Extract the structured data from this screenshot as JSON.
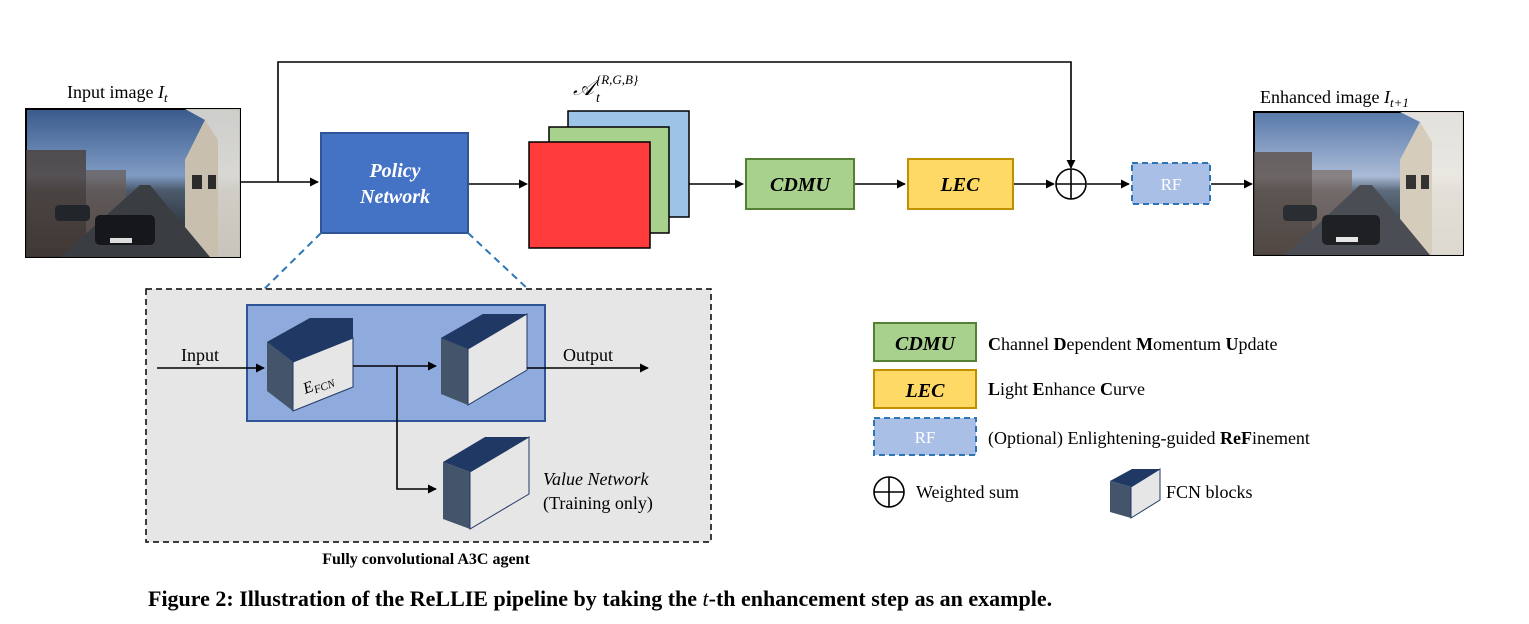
{
  "top": {
    "input_label": "Input image ",
    "input_var": "I",
    "input_sub": "t",
    "output_label": "Enhanced image ",
    "output_var": "I",
    "output_sub": "t+1",
    "action_map_symbol": "𝒜",
    "action_map_sup": "{R,G,B}",
    "action_map_sub": "t",
    "policy_line1": "Policy",
    "policy_line2": "Network",
    "cdmu": "CDMU",
    "lec": "LEC",
    "rf": "RF"
  },
  "agent": {
    "input": "Input",
    "output": "Output",
    "efcn_main": "E",
    "efcn_sub": "FCN",
    "value_line1": "Value Network",
    "value_line2": "(Training only)",
    "caption": "Fully convolutional A3C agent"
  },
  "legend": {
    "cdmu_box": "CDMU",
    "cdmu_desc": [
      {
        "b": "C",
        "r": "hannel "
      },
      {
        "b": "D",
        "r": "ependent "
      },
      {
        "b": "M",
        "r": "omentum "
      },
      {
        "b": "U",
        "r": "pdate"
      }
    ],
    "lec_box": "LEC",
    "lec_desc": [
      {
        "b": "L",
        "r": "ight "
      },
      {
        "b": "E",
        "r": "nhance "
      },
      {
        "b": "C",
        "r": "urve"
      }
    ],
    "rf_box": "RF",
    "rf_desc": [
      {
        "b": "",
        "r": "(Optional) Enlightening-guided "
      },
      {
        "b": "Re",
        "r": ""
      },
      {
        "b": "F",
        "r": "inement"
      }
    ],
    "weighted_sum": "Weighted sum",
    "fcn_blocks": "FCN blocks"
  },
  "figure_caption": {
    "prefix": "Figure 2: Illustration of the ReLLIE pipeline by taking the ",
    "var": "t",
    "suffix": "-th enhancement step as an example."
  },
  "colors": {
    "policy_fill": "#4472C4",
    "policy_stroke": "#2F5597",
    "cdmu_fill": "#A9D18E",
    "cdmu_stroke": "#548235",
    "lec_fill": "#FFD966",
    "lec_stroke": "#BF9000",
    "rf_fill": "#A9BFE6",
    "rf_stroke": "#2E75B6",
    "agent_bg": "#E7E6E6",
    "fcn_inner_bg": "#8FAADC",
    "block_top": "#203864",
    "block_side": "#44546A",
    "block_face": "#E7E6E6",
    "map_red": "#FF3B3B",
    "map_green": "#A9D18E",
    "map_blue": "#9DC3E6"
  }
}
